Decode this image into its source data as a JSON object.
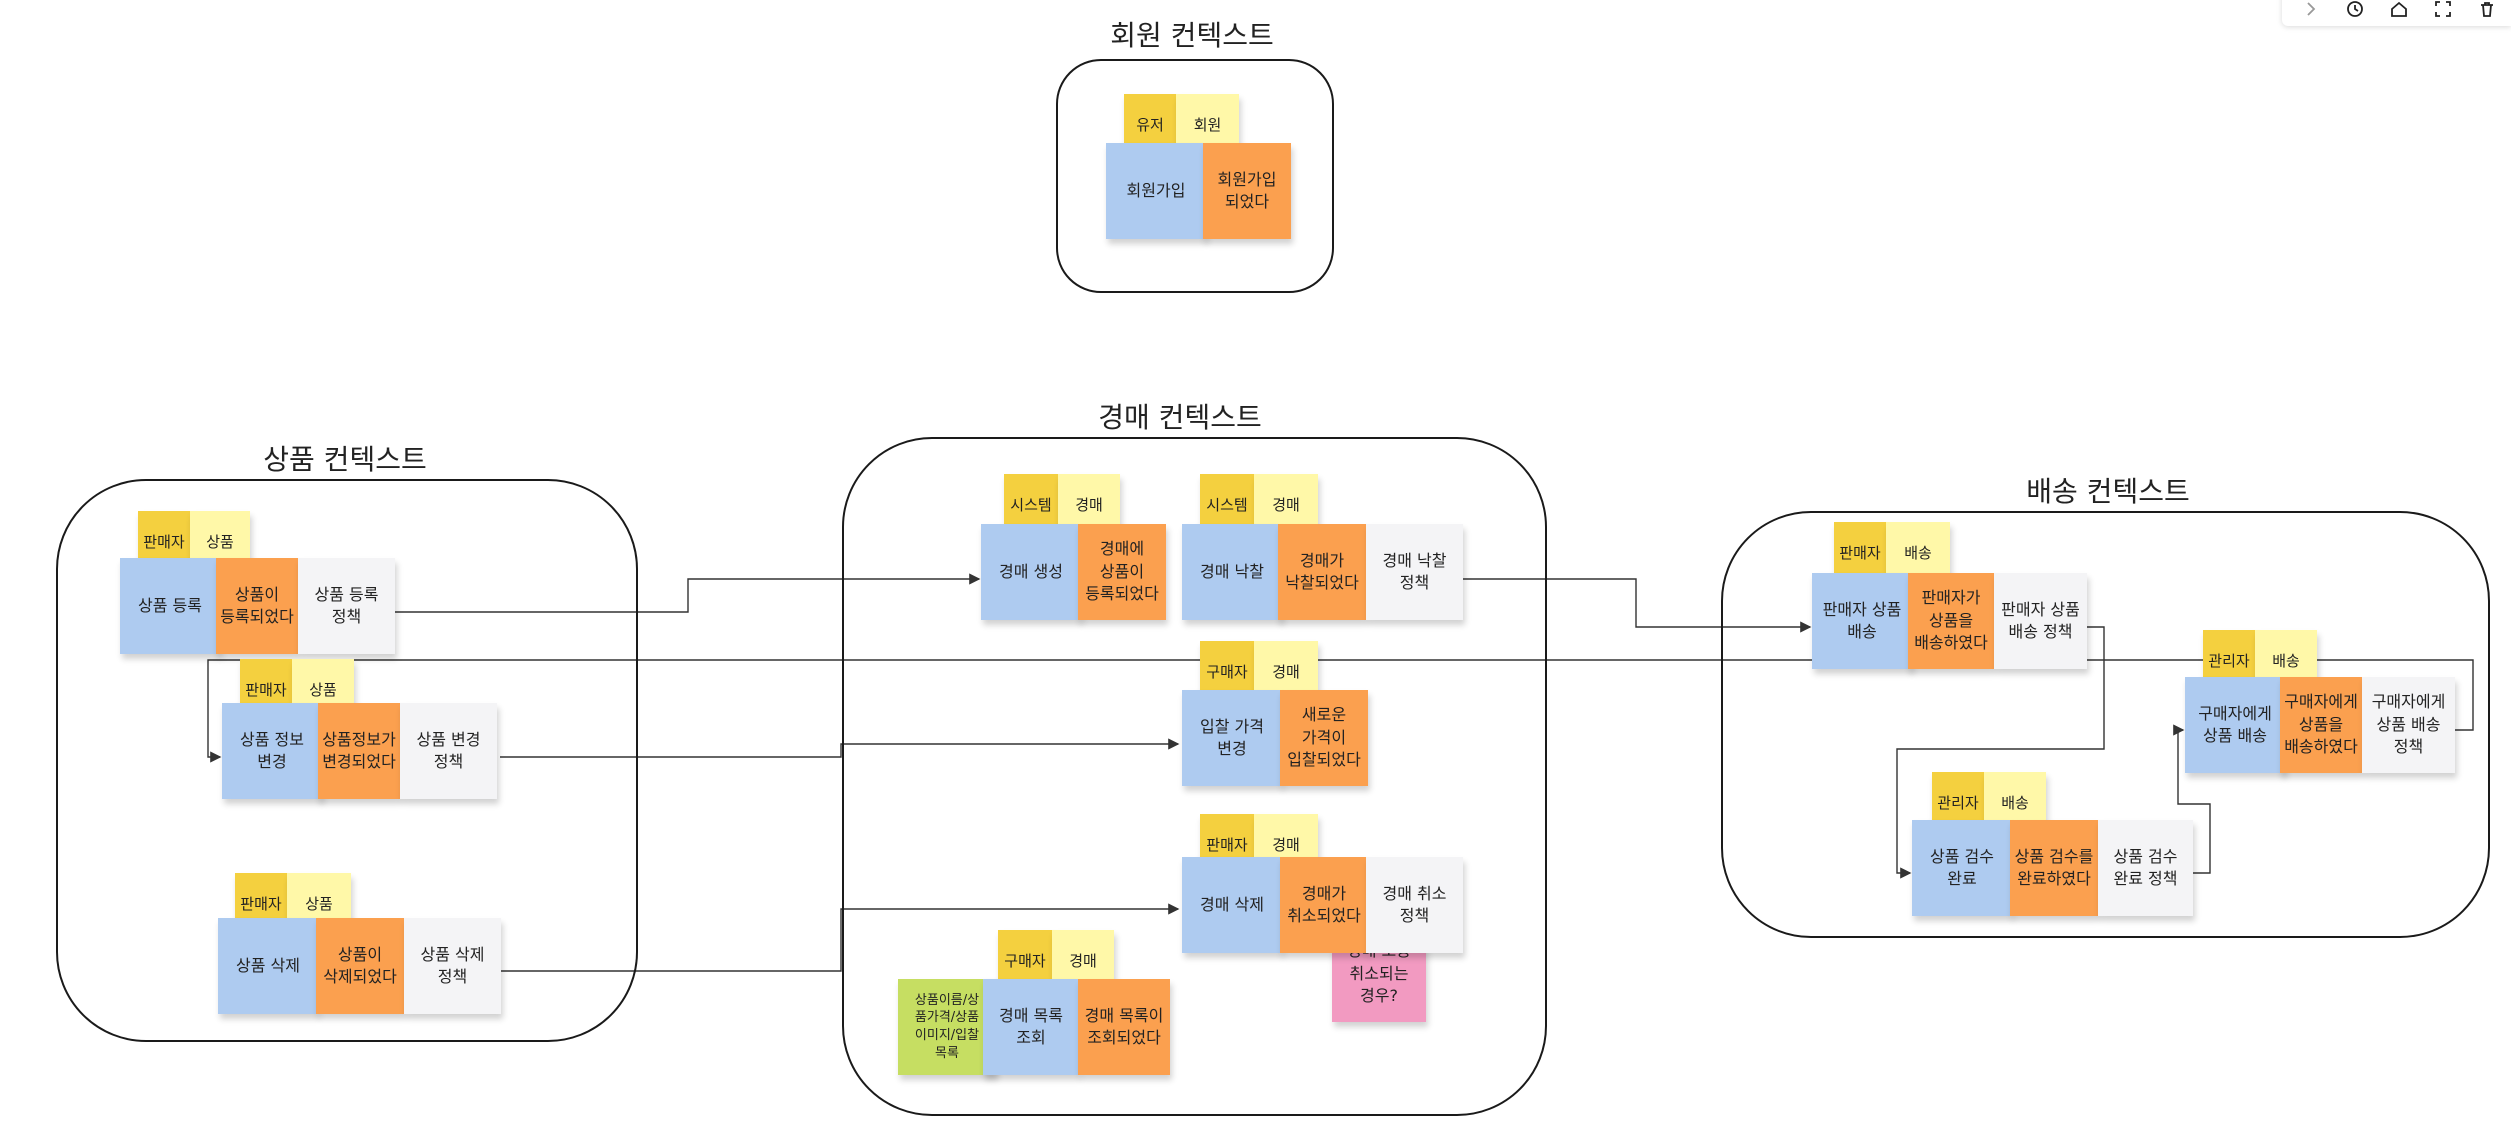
{
  "contexts": {
    "member": {
      "title": "회원 컨텍스트"
    },
    "product": {
      "title": "상품 컨텍스트"
    },
    "auction": {
      "title": "경매 컨텍스트"
    },
    "delivery": {
      "title": "배송 컨텍스트"
    }
  },
  "member": {
    "actor": "유저",
    "aggregate": "회원",
    "command": "회원가입",
    "event": "회원가입\n되었다"
  },
  "product": {
    "register": {
      "actor": "판매자",
      "aggregate": "상품",
      "command": "상품 등록",
      "event": "상품이\n등록되었다",
      "policy": "상품 등록\n정책"
    },
    "update": {
      "actor": "판매자",
      "aggregate": "상품",
      "command": "상품 정보\n변경",
      "event": "상품정보가\n변경되었다",
      "policy": "상품 변경\n정책"
    },
    "delete": {
      "actor": "판매자",
      "aggregate": "상품",
      "command": "상품 삭제",
      "event": "상품이\n삭제되었다",
      "policy": "상품 삭제\n정책"
    }
  },
  "auction": {
    "create": {
      "actor": "시스템",
      "aggregate": "경매",
      "command": "경매 생성",
      "event": "경매에\n상품이\n등록되었다"
    },
    "win": {
      "actor": "시스템",
      "aggregate": "경매",
      "command": "경매 낙찰",
      "event": "경매가\n낙찰되었다",
      "policy": "경매 낙찰\n정책"
    },
    "bid": {
      "actor": "구매자",
      "aggregate": "경매",
      "command": "입찰 가격\n변경",
      "event": "새로운\n가격이\n입찰되었다"
    },
    "cancel": {
      "actor": "판매자",
      "aggregate": "경매",
      "command": "경매 삭제",
      "event": "경매가\n취소되었다",
      "policy": "경매 취소\n정책",
      "hotspot": "경매 도중\n취소되는\n경우?"
    },
    "list": {
      "actor": "구매자",
      "aggregate": "경매",
      "readmodel": "상품이름/상\n품가격/상품\n이미지/입찰\n목록",
      "command": "경매 목록\n조회",
      "event": "경매 목록이\n조회되었다"
    }
  },
  "delivery": {
    "seller_ship": {
      "actor": "판매자",
      "aggregate": "배송",
      "command": "판매자 상품\n배송",
      "event": "판매자가\n상품을\n배송하였다",
      "policy": "판매자 상품\n배송 정책"
    },
    "inspect": {
      "actor": "관리자",
      "aggregate": "배송",
      "command": "상품 검수\n완료",
      "event": "상품 검수를\n완료하였다",
      "policy": "상품 검수\n완료 정책"
    },
    "buyer_ship": {
      "actor": "관리자",
      "aggregate": "배송",
      "command": "구매자에게\n상품 배송",
      "event": "구매자에게\n상품을\n배송하였다",
      "policy": "구매자에게\n상품 배송\n정책"
    }
  },
  "colors": {
    "actor": "#f4d03f",
    "aggregate": "#fff8a8",
    "command": "#aecbf0",
    "event": "#fba04f",
    "policy": "#f4f4f6",
    "hotspot": "#f29ac1",
    "readmodel": "#c6de62"
  },
  "toolbar": {
    "icons": [
      "chevron-right-icon",
      "clock-icon",
      "home-icon",
      "fullscreen-icon",
      "trash-icon"
    ]
  }
}
